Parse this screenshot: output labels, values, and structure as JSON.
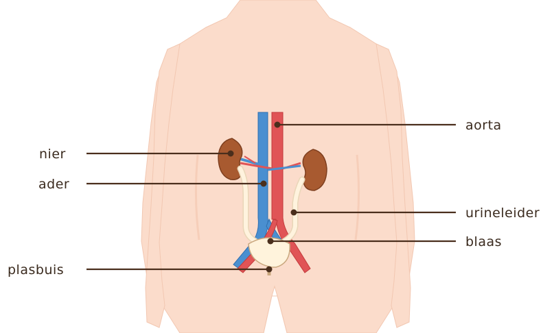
{
  "labels": {
    "nier": "nier",
    "ader": "ader",
    "plasbuis": "plasbuis",
    "aorta": "aorta",
    "urineleider": "urineleider",
    "blaas": "blaas"
  },
  "colors": {
    "skin": "#fbdccb",
    "skin_shadow": "#f5c9b3",
    "kidney": "#a85a30",
    "vein": "#4a8fd0",
    "artery": "#e05456",
    "ureter": "#fff3de",
    "bladder": "#fff3dc",
    "leader": "#4a2e1c"
  }
}
